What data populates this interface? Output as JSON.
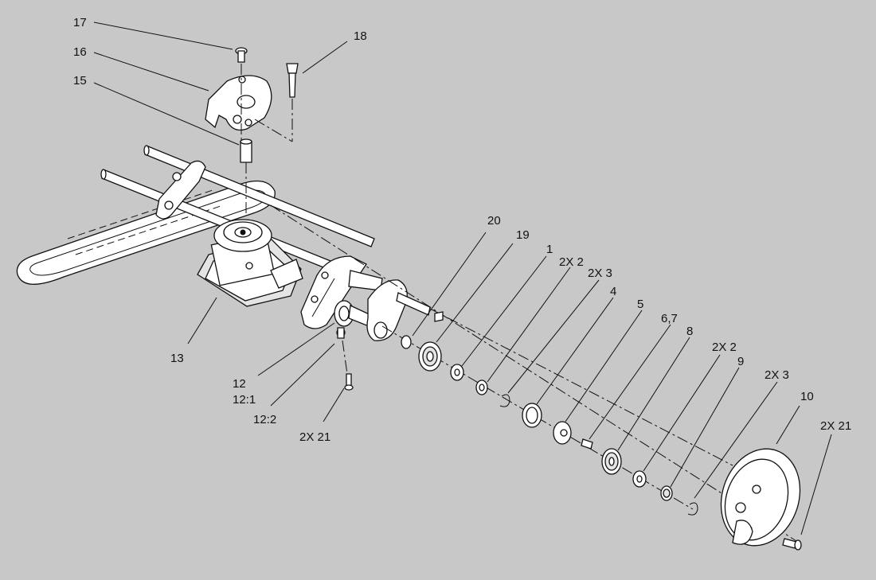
{
  "callouts": {
    "c17": "17",
    "c16": "16",
    "c15": "15",
    "c18": "18",
    "c13": "13",
    "c12": "12",
    "c12_1": "12:1",
    "c12_2": "12:2",
    "c2x21_left": "2X 21",
    "c20": "20",
    "c19": "19",
    "c1": "1",
    "c2x2_top": "2X 2",
    "c2x3_top": "2X 3",
    "c4": "4",
    "c5": "5",
    "c67": "6,7",
    "c8": "8",
    "c2x2_right": "2X 2",
    "c9": "9",
    "c2x3_right": "2X 3",
    "c10": "10",
    "c2x21_right": "2X 21"
  },
  "colors": {
    "background": "#c8c8c8",
    "line": "#111111",
    "part_fill": "#ffffff"
  }
}
